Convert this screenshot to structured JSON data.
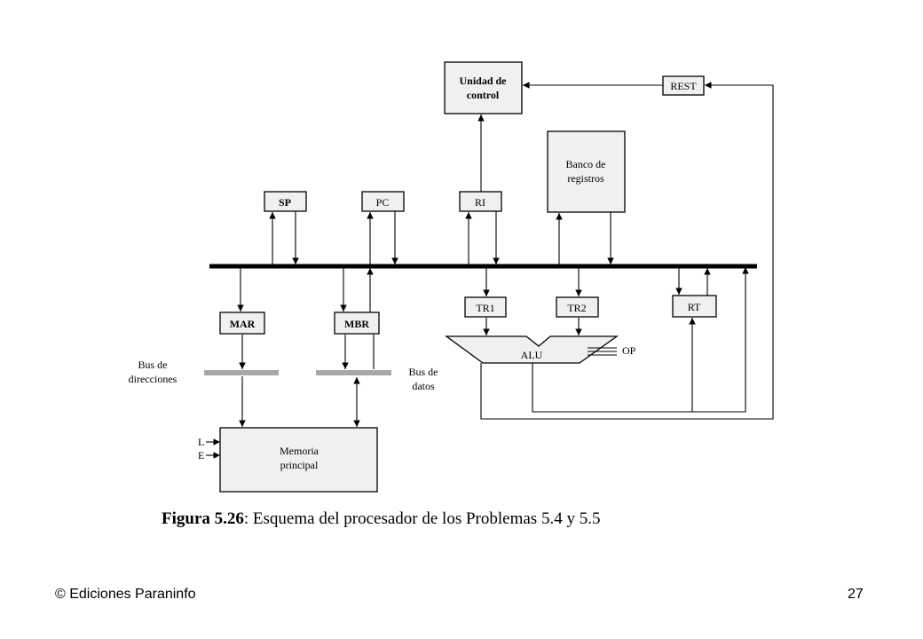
{
  "diagram": {
    "control_unit": [
      "Unidad de",
      "control"
    ],
    "rest": "REST",
    "register_bank": [
      "Banco de",
      "registros"
    ],
    "sp": "SP",
    "pc": "PC",
    "ri": "RI",
    "mar": "MAR",
    "mbr": "MBR",
    "tr1": "TR1",
    "tr2": "TR2",
    "rt": "RT",
    "alu": "ALU",
    "op": "OP",
    "address_bus": [
      "Bus de",
      "direcciones"
    ],
    "data_bus": [
      "Bus de",
      "datos"
    ],
    "memory": [
      "Memoria",
      "principal"
    ],
    "mem_read": "L",
    "mem_write": "E"
  },
  "caption": {
    "figure_label": "Figura 5.26",
    "text": ": Esquema del procesador de los Problemas 5.4 y 5.5"
  },
  "footer": {
    "publisher": "© Ediciones Paraninfo",
    "page_number": "27"
  }
}
